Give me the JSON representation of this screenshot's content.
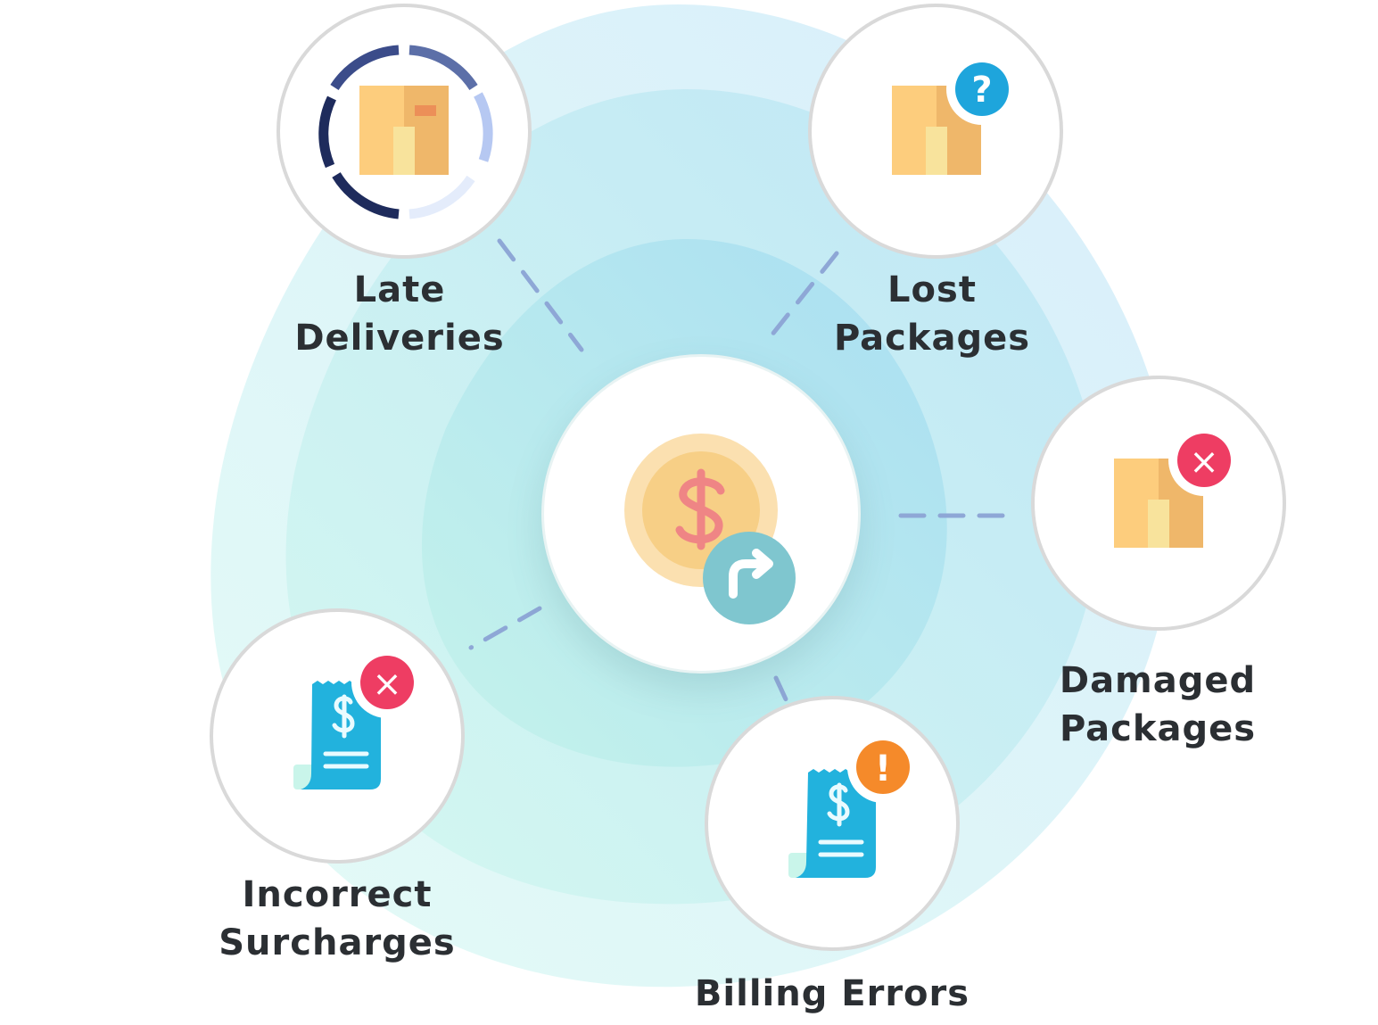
{
  "center": {
    "icon": "money-refund-icon"
  },
  "nodes": [
    {
      "id": "late-deliveries",
      "lines": [
        "Late",
        "Deliveries"
      ],
      "icon": "box-clock-icon"
    },
    {
      "id": "lost-packages",
      "lines": [
        "Lost",
        "Packages"
      ],
      "icon": "box-question-icon",
      "badge": "?"
    },
    {
      "id": "damaged-packages",
      "lines": [
        "Damaged",
        "Packages"
      ],
      "icon": "box-error-icon",
      "badge": "×"
    },
    {
      "id": "billing-errors",
      "lines": [
        "Billing Errors"
      ],
      "icon": "receipt-warning-icon",
      "badge": "!"
    },
    {
      "id": "incorrect-surcharges",
      "lines": [
        "Incorrect",
        "Surcharges"
      ],
      "icon": "receipt-error-icon",
      "badge": "×"
    }
  ],
  "colors": {
    "blob_outer": "#ddf3fb",
    "blob_mid": "#c3eef4",
    "blob_inner": "#aee6ef",
    "connector": "#8ea7d6",
    "box_light": "#fdcd7d",
    "box_dark": "#efb76a",
    "receipt": "#22b2dd",
    "badge_red": "#ee3d63",
    "badge_blue": "#1ea5dc",
    "badge_orange": "#f58a2a",
    "text": "#2b2f33"
  }
}
